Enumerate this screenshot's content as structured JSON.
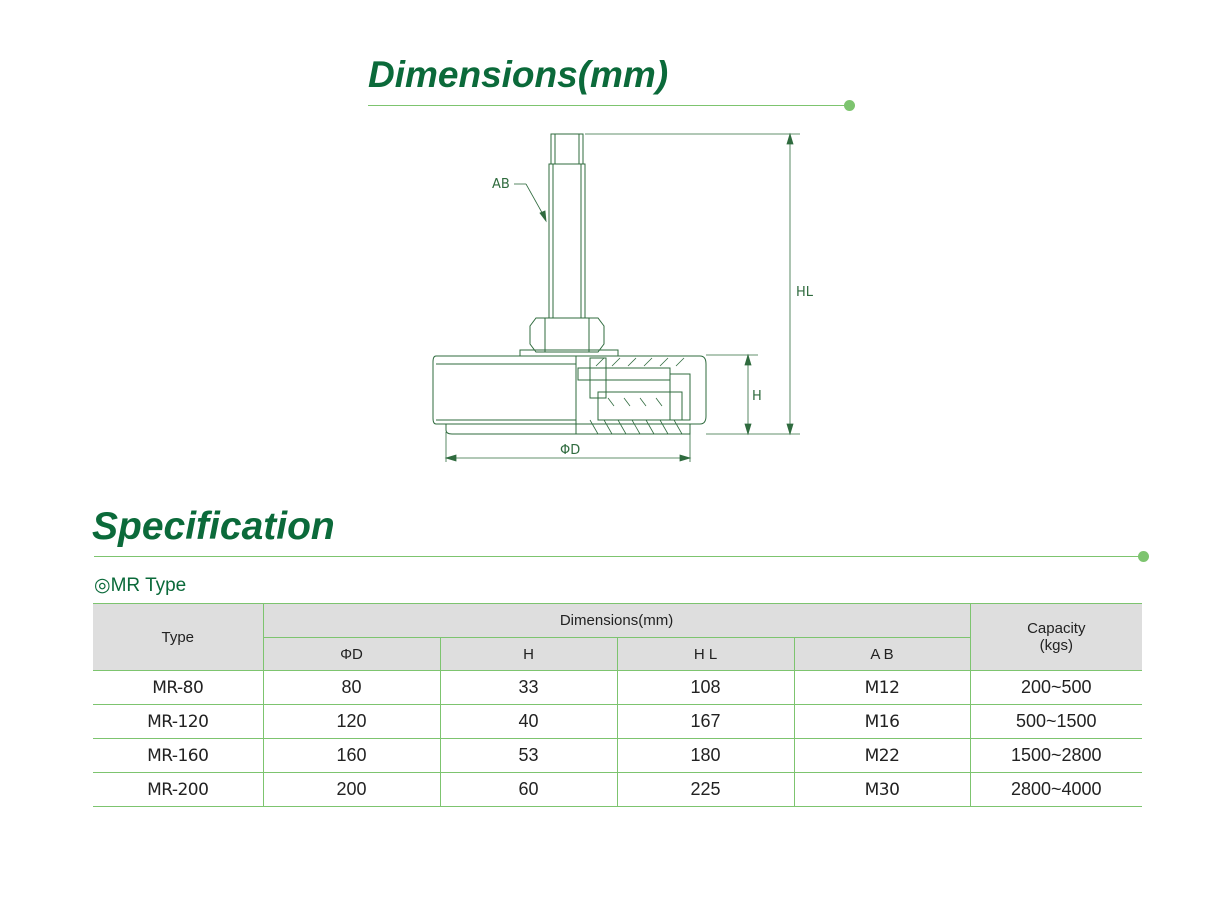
{
  "dimensions_section": {
    "title": "Dimensions(mm)",
    "drawing_labels": {
      "ab": "AB",
      "hl": "HL",
      "h": "H",
      "phi_d": "ΦD"
    }
  },
  "spec_section": {
    "title": "Specification",
    "subtype": "◎MR Type",
    "table": {
      "col_type": "Type",
      "group_dimensions": "Dimensions(mm)",
      "col_capacity_line1": "Capacity",
      "col_capacity_line2": "(kgs)",
      "sub_headers": [
        "ΦD",
        "H",
        "H L",
        "A B"
      ],
      "rows": [
        {
          "type": "MR-80",
          "d": "80",
          "h": "33",
          "hl": "108",
          "ab": "M12",
          "capacity": "200~500"
        },
        {
          "type": "MR-120",
          "d": "120",
          "h": "40",
          "hl": "167",
          "ab": "M16",
          "capacity": "500~1500"
        },
        {
          "type": "MR-160",
          "d": "160",
          "h": "53",
          "hl": "180",
          "ab": "M22",
          "capacity": "1500~2800"
        },
        {
          "type": "MR-200",
          "d": "200",
          "h": "60",
          "hl": "225",
          "ab": "M30",
          "capacity": "2800~4000"
        }
      ]
    }
  },
  "colors": {
    "title_green": "#0b6a3a",
    "line_green": "#7dc46f",
    "header_gray": "#dedede",
    "drawing_green": "#2f6b3e"
  }
}
